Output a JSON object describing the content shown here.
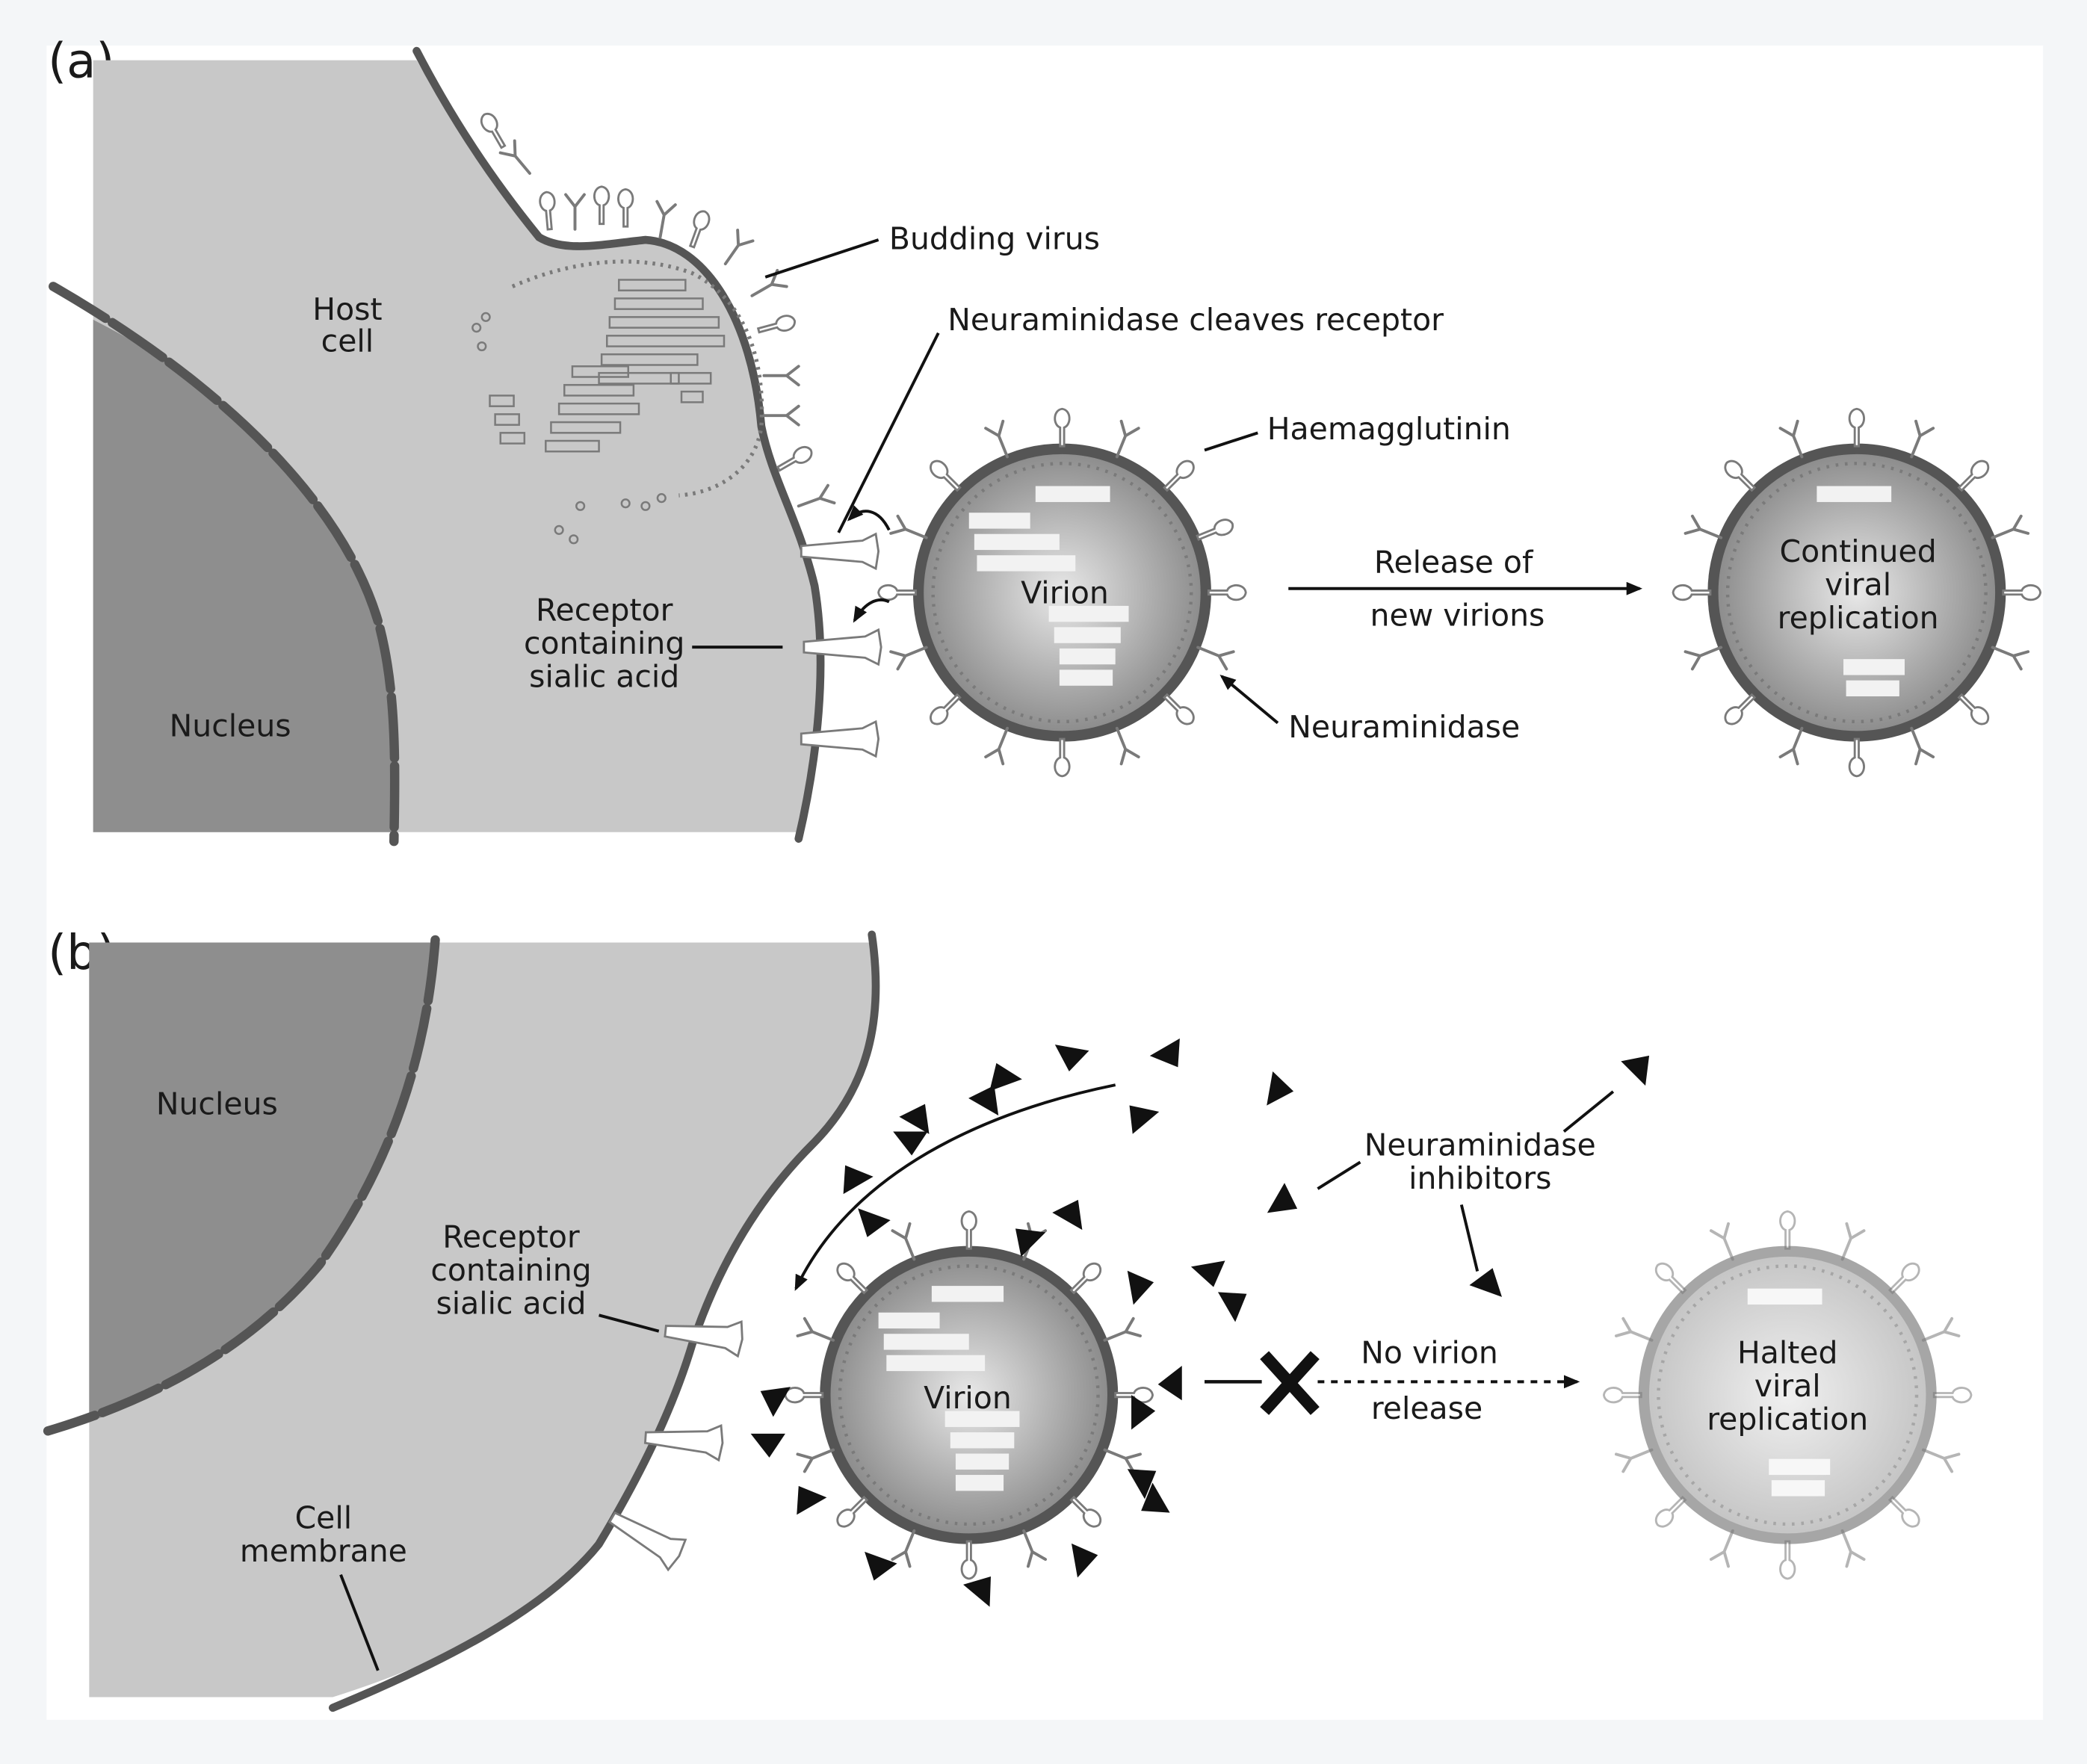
{
  "panel_a": {
    "label": "(a)",
    "host_cell": [
      "Host",
      "cell"
    ],
    "nucleus": "Nucleus",
    "budding_virus": "Budding virus",
    "neuraminidase_cleaves": "Neuraminidase cleaves receptor",
    "haemagglutinin": "Haemagglutinin",
    "receptor": [
      "Receptor",
      "containing",
      "sialic acid"
    ],
    "virion": "Virion",
    "release_line1": "Release of",
    "release_line2": "new virions",
    "neuraminidase": "Neuraminidase",
    "continued": [
      "Continued",
      "viral",
      "replication"
    ]
  },
  "panel_b": {
    "label": "(b)",
    "nucleus": "Nucleus",
    "receptor": [
      "Receptor",
      "containing",
      "sialic acid"
    ],
    "neuraminidase_inhibitors": [
      "Neuraminidase",
      "inhibitors"
    ],
    "virion": "Virion",
    "no_release_line1": "No virion",
    "no_release_line2": "release",
    "halted": [
      "Halted",
      "viral",
      "replication"
    ],
    "cell_membrane": [
      "Cell",
      "membrane"
    ]
  },
  "colors": {
    "cell": "#c8c8c8",
    "nucleus": "#8e8e8e",
    "membrane": "#555555",
    "virion_light": "#e8e8e8",
    "virion_dark": "#8a8a8a",
    "halted_ring": "#a6a6a6",
    "inhibitor": "#111111",
    "background": "#f4f6f8",
    "panel": "#ffffff"
  }
}
